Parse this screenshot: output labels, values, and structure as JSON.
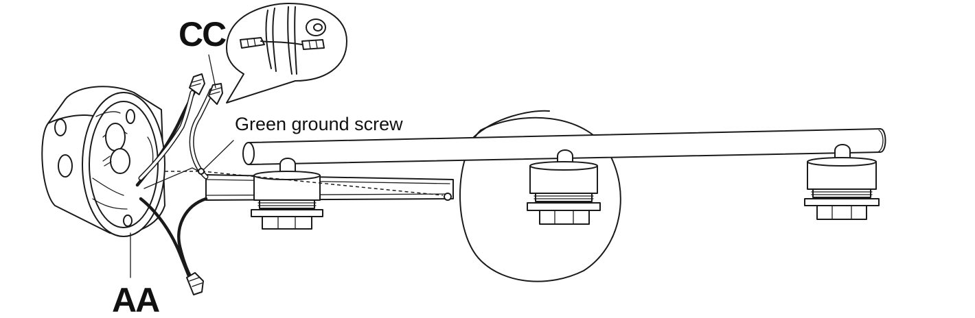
{
  "labels": {
    "connector": "CC",
    "box": "AA",
    "ground_note": "Green ground screw"
  }
}
